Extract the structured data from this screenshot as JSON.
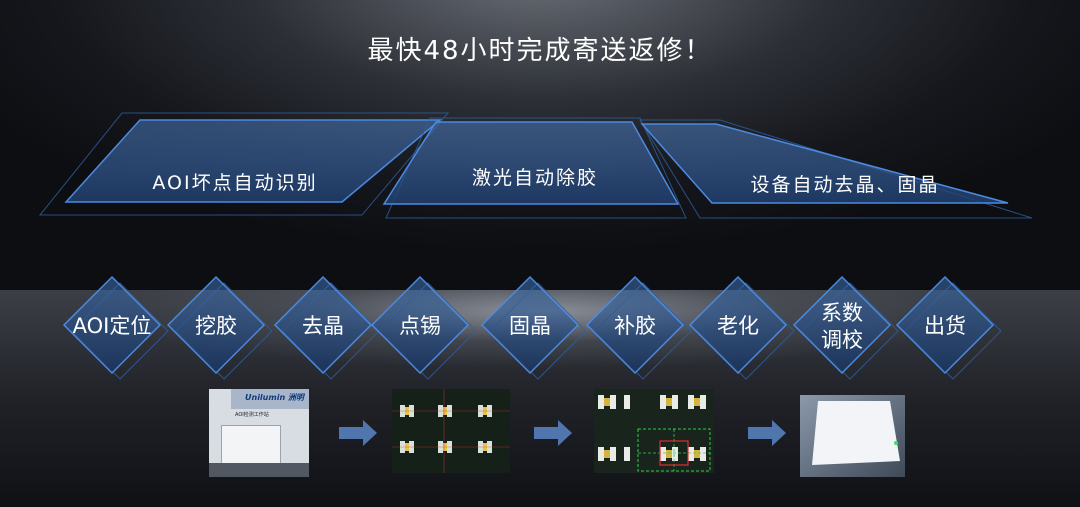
{
  "headline": "最快48小时完成寄送返修！",
  "processes": [
    {
      "label": "AOI坏点自动识别"
    },
    {
      "label": "激光自动除胶"
    },
    {
      "label": "设备自动去晶、固晶"
    }
  ],
  "steps": [
    {
      "label": "AOI定位"
    },
    {
      "label": "挖胶"
    },
    {
      "label": "去晶"
    },
    {
      "label": "点锡"
    },
    {
      "label": "固晶"
    },
    {
      "label": "补胶"
    },
    {
      "label": "老化"
    },
    {
      "label": "系数\n调校"
    },
    {
      "label": "出货"
    }
  ],
  "photos": [
    {
      "brand_label": "Unilumin 洲明",
      "caption": "AOI检测工作站"
    },
    {
      "name": "led-pads-image"
    },
    {
      "name": "led-grid-inspection-image"
    },
    {
      "name": "finished-panel-image"
    }
  ],
  "colors": {
    "accent": "#3a7bd5",
    "panel_fill": "#2a4f86",
    "text": "#ffffff"
  }
}
